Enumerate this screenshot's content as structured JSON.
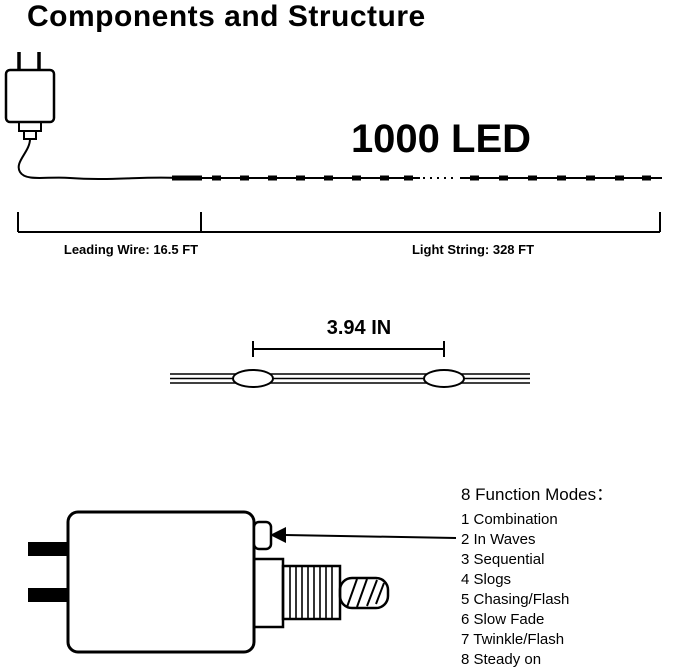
{
  "title": "Components and Structure",
  "colors": {
    "ink": "#000000",
    "background": "#ffffff"
  },
  "top_diagram": {
    "led_label": "1000 LED",
    "leading_wire_label": "Leading Wire: 16.5 FT",
    "light_string_label": "Light String: 328 FT"
  },
  "spacing_diagram": {
    "label": "3.94 IN"
  },
  "modes": {
    "heading": "8 Function Modes：",
    "items": [
      "1 Combination",
      "2 In Waves",
      "3 Sequential",
      "4 Slogs",
      "5 Chasing/Flash",
      "6 Slow Fade",
      "7 Twinkle/Flash",
      "8 Steady on"
    ]
  }
}
